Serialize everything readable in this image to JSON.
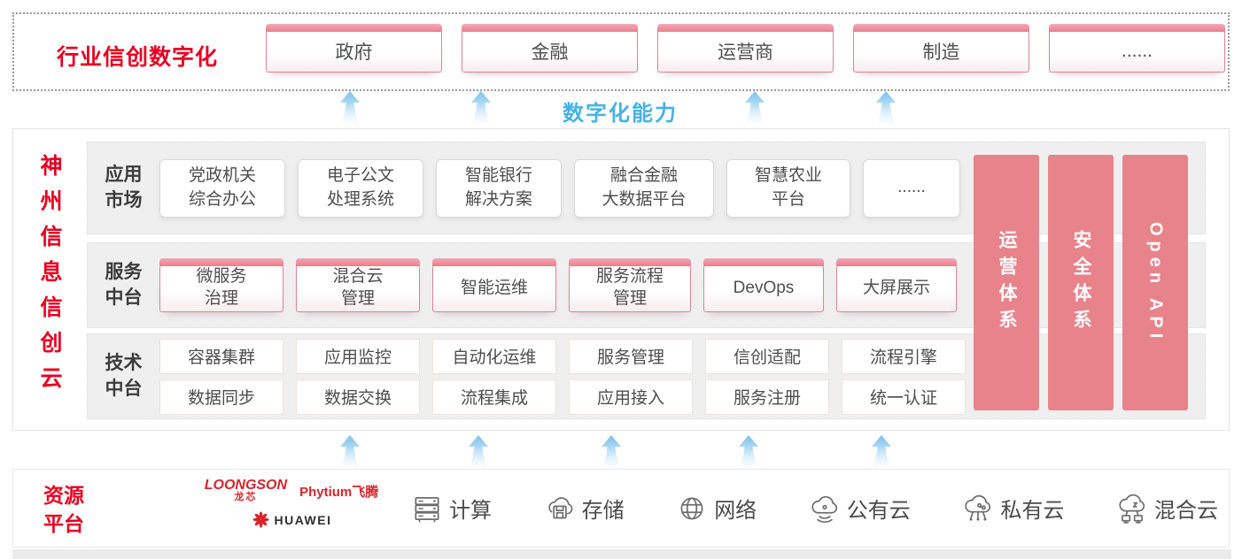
{
  "colors": {
    "brand_red": "#e60021",
    "pillar_salmon": "#e8838b",
    "capability_blue": "#45b2e5",
    "box_accent_pink": "#e87f8d",
    "panel_gray": "#efeff0"
  },
  "top_banner": {
    "title": "行业信创数字化",
    "industries": [
      {
        "label": "政府"
      },
      {
        "label": "金融"
      },
      {
        "label": "运营商"
      },
      {
        "label": "制造"
      },
      {
        "label": "......"
      }
    ]
  },
  "capability_label": "数字化能力",
  "platform": {
    "title": "神州信息信创云",
    "app_row": {
      "label_l1": "应用",
      "label_l2": "市场",
      "items": [
        {
          "l1": "党政机关",
          "l2": "综合办公"
        },
        {
          "l1": "电子公文",
          "l2": "处理系统"
        },
        {
          "l1": "智能银行",
          "l2": "解决方案"
        },
        {
          "l1": "融合金融",
          "l2": "大数据平台"
        },
        {
          "l1": "智慧农业",
          "l2": "平台"
        },
        {
          "l1": "......"
        }
      ]
    },
    "service_row": {
      "label_l1": "服务",
      "label_l2": "中台",
      "items": [
        {
          "l1": "微服务",
          "l2": "治理"
        },
        {
          "l1": "混合云",
          "l2": "管理"
        },
        {
          "l1": "智能运维"
        },
        {
          "l1": "服务流程",
          "l2": "管理"
        },
        {
          "l1": "DevOps"
        },
        {
          "l1": "大屏展示"
        }
      ]
    },
    "tech_row": {
      "label_l1": "技术",
      "label_l2": "中台",
      "row1": [
        "容器集群",
        "应用监控",
        "自动化运维",
        "服务管理",
        "信创适配",
        "流程引擎"
      ],
      "row2": [
        "数据同步",
        "数据交换",
        "流程集成",
        "应用接入",
        "服务注册",
        "统一认证"
      ]
    },
    "pillars": [
      "运营体系",
      "安全体系",
      "Open API"
    ]
  },
  "resources": {
    "title_l1": "资源",
    "title_l2": "平台",
    "vendors": {
      "loongson": "LOONGSON",
      "loongson_cn": "龙芯",
      "phytium": "Phytium",
      "phytium_cn": "飞腾",
      "huawei": "HUAWEI"
    },
    "items": [
      {
        "label": "计算",
        "icon": "server-icon"
      },
      {
        "label": "存储",
        "icon": "storage-cloud-icon"
      },
      {
        "label": "网络",
        "icon": "network-globe-icon"
      },
      {
        "label": "公有云",
        "icon": "public-cloud-icon"
      },
      {
        "label": "私有云",
        "icon": "private-cloud-icon"
      },
      {
        "label": "混合云",
        "icon": "hybrid-cloud-icon"
      }
    ]
  }
}
